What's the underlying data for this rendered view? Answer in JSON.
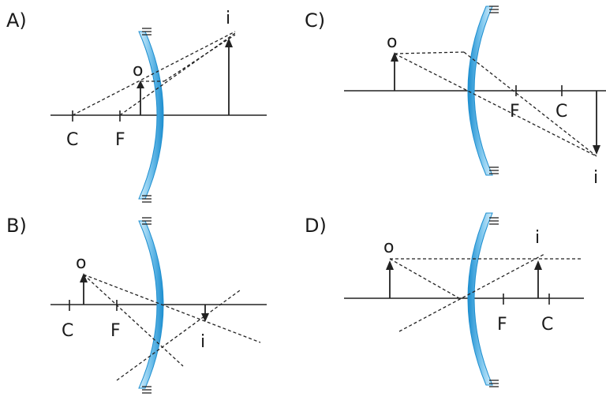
{
  "panels": {
    "a": {
      "label": "A)",
      "object": "o",
      "image": "i",
      "c": "C",
      "f": "F"
    },
    "b": {
      "label": "B)",
      "object": "o",
      "image": "i",
      "c": "C",
      "f": "F"
    },
    "c": {
      "label": "C)",
      "object": "o",
      "image": "i",
      "c": "C",
      "f": "F"
    },
    "d": {
      "label": "D)",
      "object": "o",
      "image": "i",
      "c": "C",
      "f": "F"
    }
  },
  "colors": {
    "mirror_light": "#bfe3f5",
    "mirror_mid": "#5ab6e6",
    "mirror_dark": "#1e8fd0",
    "line": "#222222"
  }
}
